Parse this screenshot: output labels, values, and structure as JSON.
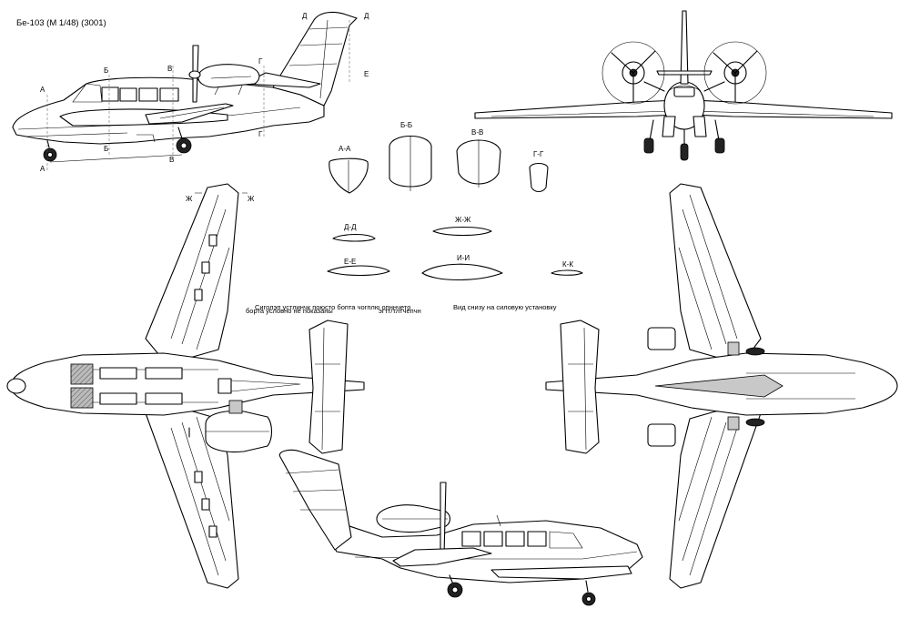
{
  "title": "Бе-103  (М 1/48)  (3001)",
  "section_marks": {
    "A": "А",
    "B": "Б",
    "V": "В",
    "G": "Г",
    "D": "Д",
    "E": "Е",
    "Zh": "Ж"
  },
  "sections": {
    "aa": "А-А",
    "bb": "Б-Б",
    "vv": "В-В",
    "gg": "Г-Г",
    "dd": "Д-Д",
    "zhzh": "Ж-Ж",
    "ee": "Е-Е",
    "ii": "И-И",
    "kk": "К-К"
  },
  "notes": {
    "top_view": "Сиголэп устлинчк поюсто бопта чогплю опннчето",
    "top_view_2": "борта условно не показаны",
    "top_view_3": "эгтт/тлтчепчн",
    "bottom_view": "Вид снизу на силовую установку"
  },
  "colors": {
    "line": "#000000",
    "background": "#ffffff",
    "shade": "#c8c8c8"
  }
}
